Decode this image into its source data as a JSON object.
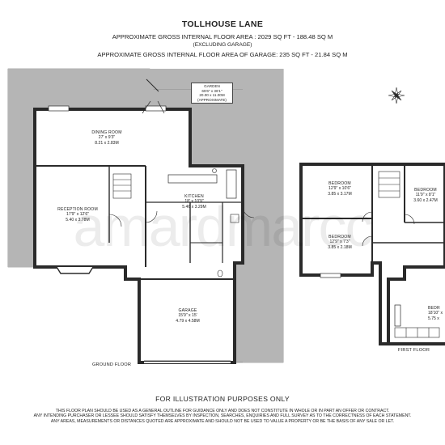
{
  "header": {
    "title": "TOLLHOUSE LANE",
    "area_line": "APPROXIMATE GROSS INTERNAL FLOOR AREA : 2029 SQ FT - 188.48 SQ M",
    "area_excl": "(EXCLUDING GARAGE)",
    "garage_line": "APPROXIMATE GROSS INTERNAL FLOOR AREA OF GARAGE: 235 SQ FT - 21.84 SQ M"
  },
  "garden": {
    "name": "GARDEN",
    "imperial": "65'6\" x 36'1\"",
    "metric": "20.00 x 11.00M",
    "note": "(APPROXIMATE)"
  },
  "rooms": {
    "dining": {
      "name": "DINING ROOM",
      "imperial": "27' x 9'3\"",
      "metric": "8.21 x 2.83M"
    },
    "reception": {
      "name": "RECEPTION ROOM",
      "imperial": "17'9\" x 12'6\"",
      "metric": "5.40 x 3.78M"
    },
    "kitchen": {
      "name": "KITCHEN",
      "imperial": "18' x 10'9\"",
      "metric": "5.46 x 3.29M"
    },
    "garage": {
      "name": "GARAGE",
      "imperial": "15'9\" x 15'",
      "metric": "4.79 x 4.58M"
    },
    "bed1": {
      "name": "BEDROOM",
      "imperial": "12'9\" x 10'6\"",
      "metric": "3.85 x 3.17M"
    },
    "bed2": {
      "name": "BEDROOM",
      "imperial": "11'9\" x 8'1\"",
      "metric": "3.60 x 2.47M"
    },
    "bed3": {
      "name": "BEDROOM",
      "imperial": "12'9\" x 7'3\"",
      "metric": "3.85 x 2.18M"
    },
    "bed4": {
      "name": "BEDR",
      "imperial": "18'10\" x",
      "metric": "5.75 x"
    }
  },
  "floors": {
    "ground": "GROUND FLOOR",
    "first": "FIRST FLOOR"
  },
  "footer": {
    "illustration": "FOR ILLUSTRATION PURPOSES ONLY",
    "disclaimer_1": "THIS FLOOR PLAN SHOULD BE USED AS A GENERAL OUTLINE FOR GUIDANCE ONLY AND DOES NOT CONSTITUTE IN WHOLE OR IN PART AN OFFER OR CONTRACT.",
    "disclaimer_2": "ANY INTENDING PURCHASER OR LESSEE SHOULD SATISFY THEMSELVES BY INSPECTION, SEARCHES, ENQUIRIES AND FULL SURVEY AS TO THE CORRECTNESS OF EACH STATEMENT.",
    "disclaimer_3": "ANY AREAS, MEASUREMENTS OR DISTANCES QUOTED ARE APPROXIMATE AND SHOULD NOT BE USED TO VALUE A PROPERTY OR BE THE BASIS OF ANY SALE OR LET."
  },
  "watermark": "amardmarcc",
  "colors": {
    "terrace": "#b5b5b5",
    "wall": "#2a2a2a",
    "background": "#ffffff"
  }
}
